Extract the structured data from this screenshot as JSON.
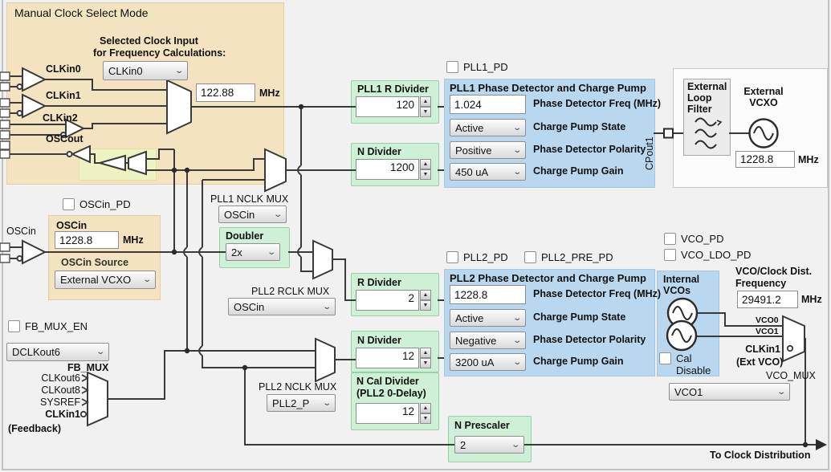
{
  "clock_select": {
    "title": "Manual Clock Select Mode",
    "selected_label_1": "Selected Clock Input",
    "selected_label_2": "for Frequency Calculations:",
    "selected_value": "CLKin0",
    "freq_value": "122.88",
    "freq_unit": "MHz",
    "in0": "CLKin0",
    "in1": "CLKin1",
    "in2": "CLKin2",
    "oscout": "OSCout"
  },
  "oscin": {
    "pin_label": "OSCin",
    "pd_label": "OSCin_PD",
    "title": "OSCin",
    "freq": "1228.8",
    "unit": "MHz",
    "source_label": "OSCin Source",
    "source_value": "External VCXO"
  },
  "pll1": {
    "pd_label": "PLL1_PD",
    "r_divider_label": "PLL1 R Divider",
    "r_divider_value": "120",
    "n_divider_label": "N Divider",
    "n_divider_value": "1200",
    "nclk_mux_label": "PLL1 NCLK MUX",
    "nclk_mux_value": "OSCin",
    "panel_title": "PLL1 Phase Detector and Charge Pump",
    "pdf_value": "1.024",
    "pdf_label": "Phase Detector Freq (MHz)",
    "cp_state_value": "Active",
    "cp_state_label": "Charge Pump State",
    "polarity_value": "Positive",
    "polarity_label": "Phase Detector Polarity",
    "gain_value": "450 uA",
    "gain_label": "Charge Pump Gain",
    "cpout_label": "CPout1"
  },
  "external": {
    "filter_l1": "External",
    "filter_l2": "Loop",
    "filter_l3": "Filter",
    "vcxo_l1": "External",
    "vcxo_l2": "VCXO",
    "freq": "1228.8",
    "unit": "MHz"
  },
  "doubler": {
    "label": "Doubler",
    "value": "2x"
  },
  "pll2": {
    "pd_label": "PLL2_PD",
    "pre_pd_label": "PLL2_PRE_PD",
    "rclk_mux_label": "PLL2 RCLK MUX",
    "rclk_mux_value": "OSCin",
    "r_divider_label": "R Divider",
    "r_divider_value": "2",
    "n_divider_label": "N Divider",
    "n_divider_value": "12",
    "n_cal_label_1": "N Cal Divider",
    "n_cal_label_2": "(PLL2 0-Delay)",
    "n_cal_value": "12",
    "nclk_mux_label": "PLL2 NCLK MUX",
    "nclk_mux_value": "PLL2_P",
    "panel_title": "PLL2 Phase Detector and Charge Pump",
    "pdf_value": "1228.8",
    "pdf_label": "Phase Detector Freq (MHz)",
    "cp_state_value": "Active",
    "cp_state_label": "Charge Pump State",
    "polarity_value": "Negative",
    "polarity_label": "Phase Detector Polarity",
    "gain_value": "3200 uA",
    "gain_label": "Charge Pump Gain",
    "n_prescaler_label": "N Prescaler",
    "n_prescaler_value": "2"
  },
  "vco": {
    "pd_label": "VCO_PD",
    "ldo_pd_label": "VCO_LDO_PD",
    "internal_l1": "Internal",
    "internal_l2": "VCOs",
    "cal_l1": "Cal",
    "cal_l2": "Disable",
    "freq_l1": "VCO/Clock Dist.",
    "freq_l2": "Frequency",
    "freq": "29491.2",
    "unit": "MHz",
    "vco0": "VCO0",
    "vco1": "VCO1",
    "clkin1": "CLKin1",
    "ext_vco": "(Ext VCO)",
    "mux_label": "VCO_MUX",
    "mux_value": "VCO1"
  },
  "fb": {
    "en_label": "FB_MUX_EN",
    "sel_value": "DCLKout6",
    "mux_label": "FB_MUX",
    "in0": "CLKout6",
    "in1": "CLKout8",
    "in2": "SYSREF",
    "in3": "CLKin1",
    "feedback": "(Feedback)"
  },
  "footer": {
    "to_clock": "To Clock Distribution"
  }
}
